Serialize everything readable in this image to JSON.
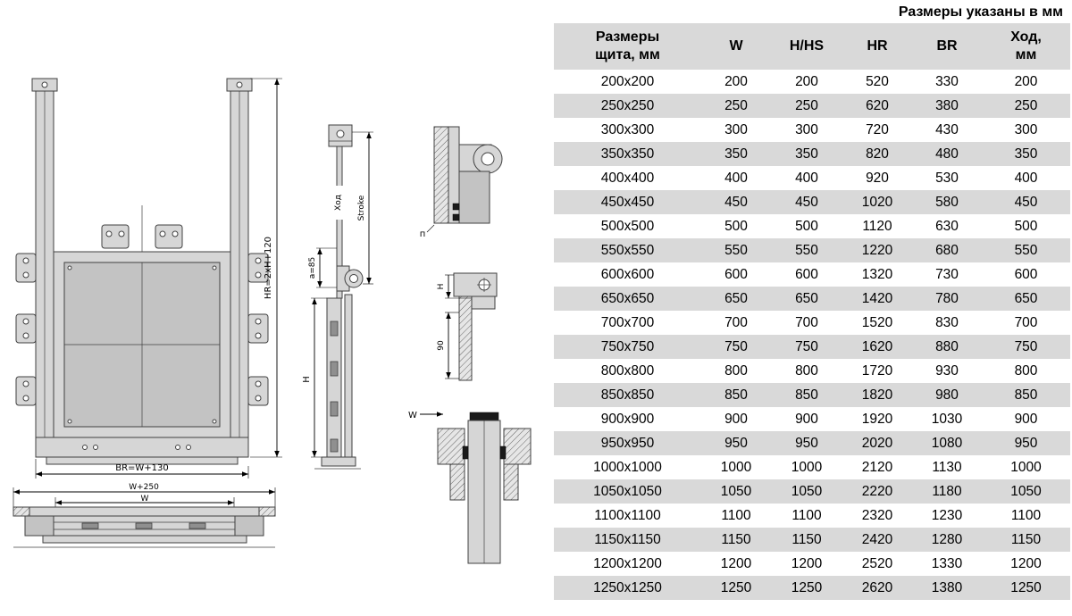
{
  "page": {
    "units_note": "Размеры указаны в мм"
  },
  "colors": {
    "stripe_gray": "#d9d9d9",
    "metal_gray": "#d6d6d6",
    "outline": "#404040"
  },
  "table": {
    "headers": [
      "Размеры\nщита, мм",
      "W",
      "H/HS",
      "HR",
      "BR",
      "Ход,\nмм"
    ],
    "rows": [
      [
        "200x200",
        200,
        200,
        520,
        330,
        200
      ],
      [
        "250x250",
        250,
        250,
        620,
        380,
        250
      ],
      [
        "300x300",
        300,
        300,
        720,
        430,
        300
      ],
      [
        "350x350",
        350,
        350,
        820,
        480,
        350
      ],
      [
        "400x400",
        400,
        400,
        920,
        530,
        400
      ],
      [
        "450x450",
        450,
        450,
        1020,
        580,
        450
      ],
      [
        "500x500",
        500,
        500,
        1120,
        630,
        500
      ],
      [
        "550x550",
        550,
        550,
        1220,
        680,
        550
      ],
      [
        "600x600",
        600,
        600,
        1320,
        730,
        600
      ],
      [
        "650x650",
        650,
        650,
        1420,
        780,
        650
      ],
      [
        "700x700",
        700,
        700,
        1520,
        830,
        700
      ],
      [
        "750x750",
        750,
        750,
        1620,
        880,
        750
      ],
      [
        "800x800",
        800,
        800,
        1720,
        930,
        800
      ],
      [
        "850x850",
        850,
        850,
        1820,
        980,
        850
      ],
      [
        "900x900",
        900,
        900,
        1920,
        1030,
        900
      ],
      [
        "950x950",
        950,
        950,
        2020,
        1080,
        950
      ],
      [
        "1000x1000",
        1000,
        1000,
        2120,
        1130,
        1000
      ],
      [
        "1050x1050",
        1050,
        1050,
        2220,
        1180,
        1050
      ],
      [
        "1100x1100",
        1100,
        1100,
        2320,
        1230,
        1100
      ],
      [
        "1150x1150",
        1150,
        1150,
        2420,
        1280,
        1150
      ],
      [
        "1200x1200",
        1200,
        1200,
        2520,
        1330,
        1200
      ],
      [
        "1250x1250",
        1250,
        1250,
        2620,
        1380,
        1250
      ]
    ]
  },
  "drawing": {
    "front": {
      "height_dim": "HR=2xH+120",
      "width_dim": "BR=W+130"
    },
    "plan": {
      "overall_width_dim": "W+250",
      "width_dim": "W"
    },
    "side": {
      "stroke_ru": "Ход",
      "stroke_en": "Stroke",
      "a_dim": "a=85",
      "h_dim": "H"
    },
    "details": {
      "top_label": "п",
      "mid_h": "H",
      "mid_90": "90",
      "bottom_w": "W"
    }
  }
}
